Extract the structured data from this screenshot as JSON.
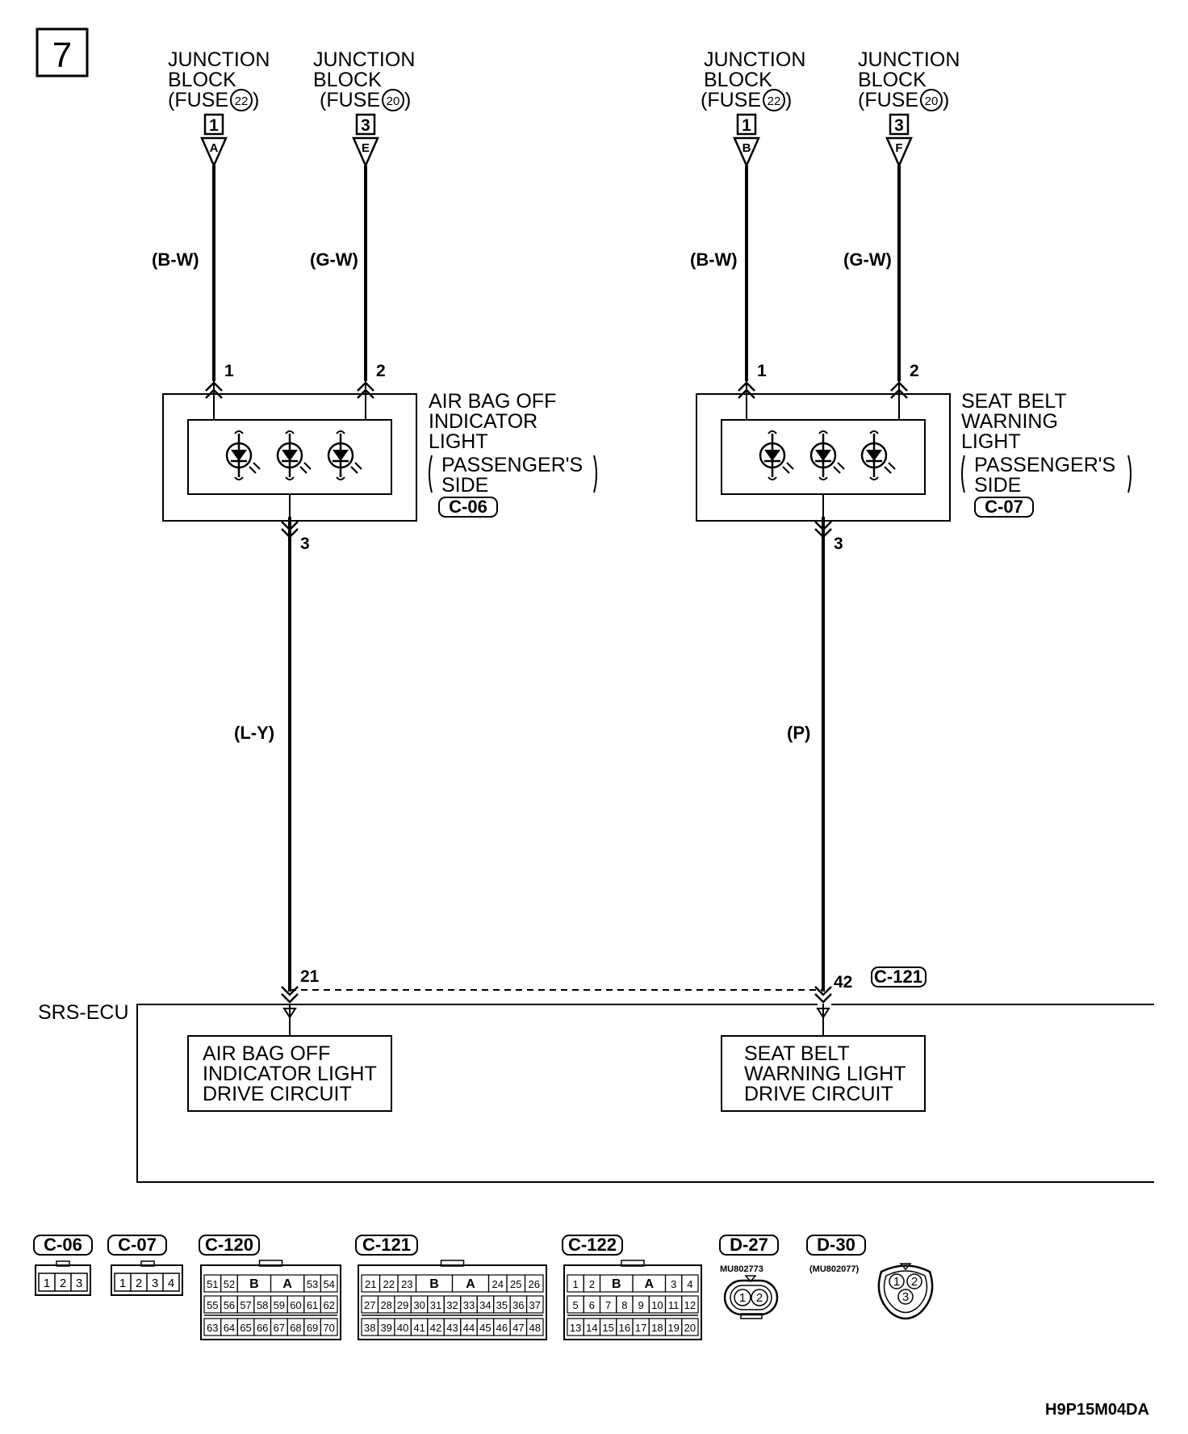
{
  "page_number": "7",
  "sources": [
    {
      "line1": "JUNCTION",
      "line2": "BLOCK",
      "fuse_prefix": "(FUSE",
      "fuse_num": "22",
      "fuse_suffix": ")",
      "pin": "1",
      "connector": "A"
    },
    {
      "line1": "JUNCTION",
      "line2": "BLOCK",
      "fuse_prefix": "(FUSE",
      "fuse_num": "20",
      "fuse_suffix": ")",
      "pin": "3",
      "connector": "E"
    },
    {
      "line1": "JUNCTION",
      "line2": "BLOCK",
      "fuse_prefix": "(FUSE",
      "fuse_num": "22",
      "fuse_suffix": ")",
      "pin": "1",
      "connector": "B"
    },
    {
      "line1": "JUNCTION",
      "line2": "BLOCK",
      "fuse_prefix": "(FUSE",
      "fuse_num": "20",
      "fuse_suffix": ")",
      "pin": "3",
      "connector": "F"
    }
  ],
  "wires": {
    "w1": "(B-W)",
    "w2": "(G-W)",
    "w3": "(B-W)",
    "w4": "(G-W)",
    "w5": "(L-Y)",
    "w6": "(P)"
  },
  "pins": {
    "a1": "1",
    "a2": "2",
    "a3": "3",
    "s1": "1",
    "s2": "2",
    "s3": "3",
    "e21": "21",
    "e42": "42"
  },
  "airbag_light": {
    "line1": "AIR BAG OFF",
    "line2": "INDICATOR",
    "line3": "LIGHT",
    "line4": "PASSENGER'S",
    "line5": "SIDE",
    "connector": "C-06"
  },
  "seatbelt_light": {
    "line1": "SEAT BELT",
    "line2": "WARNING",
    "line3": "LIGHT",
    "line4": "PASSENGER'S",
    "line5": "SIDE",
    "connector": "C-07"
  },
  "ecu": {
    "name": "SRS-ECU",
    "connector": "C-121",
    "circuit1": [
      "AIR BAG OFF",
      "INDICATOR LIGHT",
      "DRIVE CIRCUIT"
    ],
    "circuit2": [
      "SEAT BELT",
      "WARNING LIGHT",
      "DRIVE CIRCUIT"
    ]
  },
  "connectors": {
    "c06": {
      "label": "C-06",
      "pins": [
        "1",
        "2",
        "3"
      ]
    },
    "c07": {
      "label": "C-07",
      "pins": [
        "1",
        "2",
        "3",
        "4"
      ]
    },
    "c120": {
      "label": "C-120",
      "row1": [
        "51",
        "52",
        "B",
        "A",
        "53",
        "54"
      ],
      "row2": [
        "55",
        "56",
        "57",
        "58",
        "59",
        "60",
        "61",
        "62"
      ],
      "row3": [
        "63",
        "64",
        "65",
        "66",
        "67",
        "68",
        "69",
        "70"
      ]
    },
    "c121": {
      "label": "C-121",
      "row1": [
        "21",
        "22",
        "23",
        "B",
        "A",
        "24",
        "25",
        "26"
      ],
      "row2": [
        "27",
        "28",
        "29",
        "30",
        "31",
        "32",
        "33",
        "34",
        "35",
        "36",
        "37"
      ],
      "row3": [
        "38",
        "39",
        "40",
        "41",
        "42",
        "43",
        "44",
        "45",
        "46",
        "47",
        "48"
      ]
    },
    "c122": {
      "label": "C-122",
      "row1": [
        "1",
        "2",
        "B",
        "A",
        "3",
        "4"
      ],
      "row2": [
        "5",
        "6",
        "7",
        "8",
        "9",
        "10",
        "11",
        "12"
      ],
      "row3": [
        "13",
        "14",
        "15",
        "16",
        "17",
        "18",
        "19",
        "20"
      ]
    },
    "d27": {
      "label": "D-27",
      "part": "MU802773",
      "pins": [
        "1",
        "2"
      ]
    },
    "d30": {
      "label": "D-30",
      "part": "(MU802077)",
      "pins": [
        "1",
        "2",
        "3"
      ]
    }
  },
  "figure_code": "H9P15M04DA"
}
